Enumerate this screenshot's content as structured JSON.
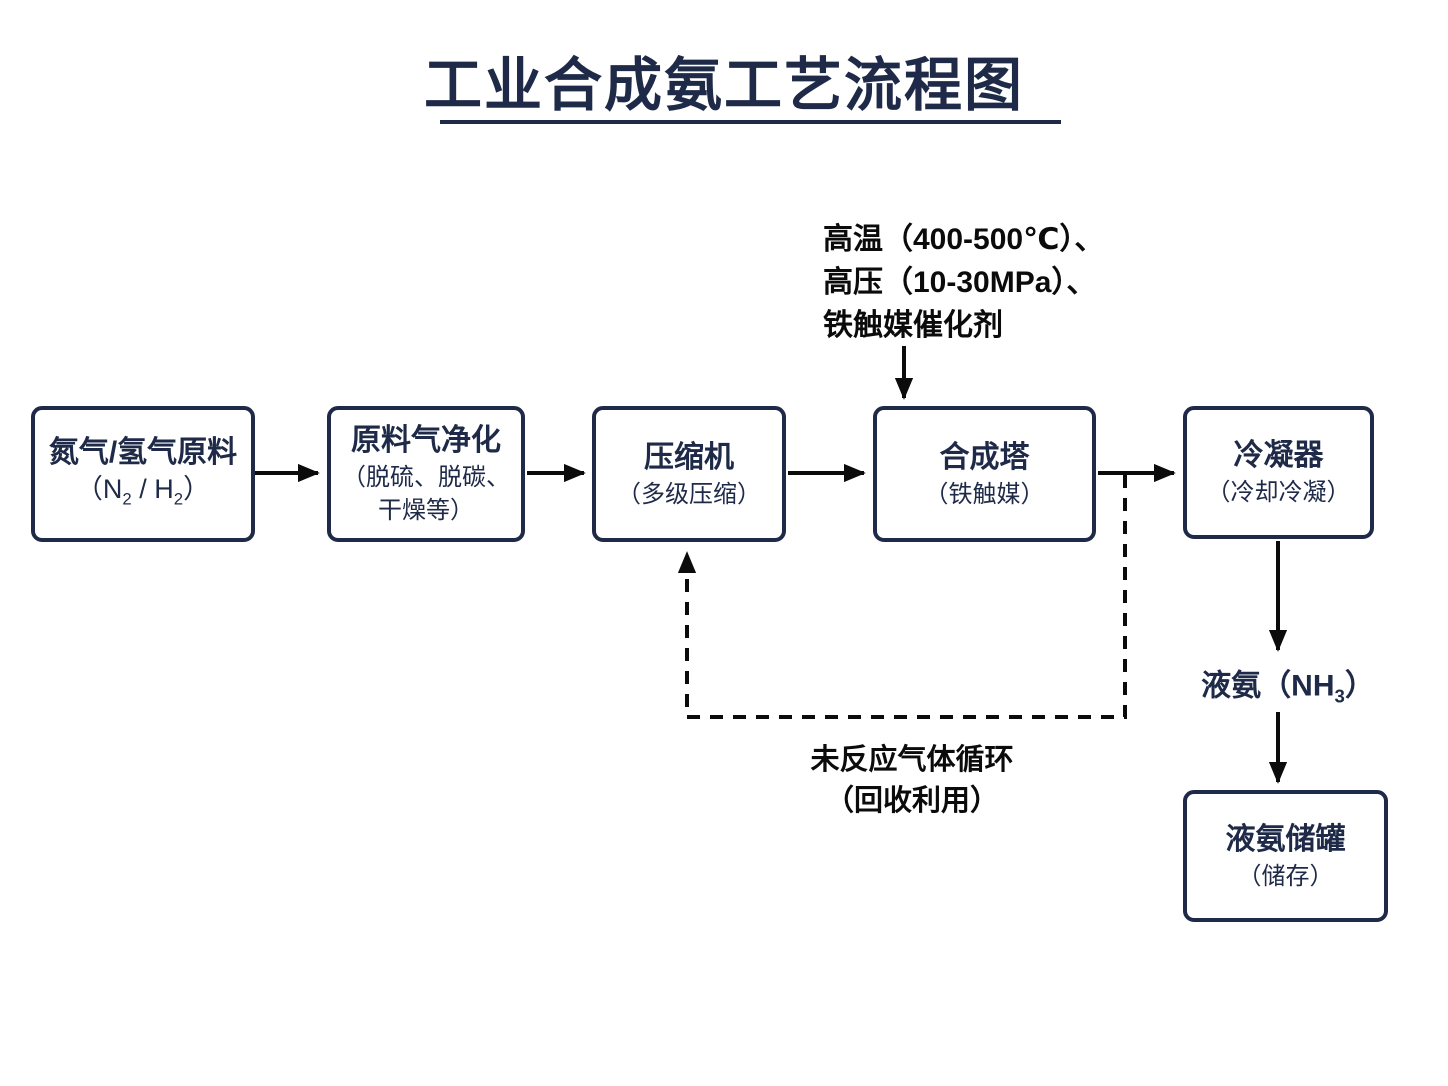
{
  "colors": {
    "navy": "#1e2a47",
    "arrow_black": "#0b0b0b",
    "background": "#ffffff"
  },
  "title": {
    "text": "工业合成氨工艺流程图"
  },
  "annotation": {
    "lines": [
      "高温（400-500℃）、",
      "高压（10-30MPa）、",
      "铁触媒催化剂"
    ]
  },
  "boxes": {
    "feed": {
      "title": "氮气/氢气原料",
      "sub_pre": "（N",
      "sub_1": "2",
      "sub_mid": " / H",
      "sub_2": "2",
      "sub_post": "）"
    },
    "purify": {
      "title": "原料气净化",
      "sub_line1": "（脱硫、脱碳、",
      "sub_line2": "干燥等）"
    },
    "compressor": {
      "title": "压缩机",
      "sub": "（多级压缩）"
    },
    "synthesis": {
      "title": "合成塔",
      "sub": "（铁触媒）"
    },
    "condenser": {
      "title": "冷凝器",
      "sub": "（冷却冷凝）"
    },
    "storage": {
      "title": "液氨储罐",
      "sub": "（储存）"
    }
  },
  "labels": {
    "liquid_ammonia_pre": "液氨（NH",
    "liquid_ammonia_sub": "3",
    "liquid_ammonia_post": "）",
    "recycle_line1": "未反应气体循环",
    "recycle_line2": "（回收利用）"
  },
  "flow": {
    "sequence": [
      "氮气/氢气原料",
      "原料气净化",
      "压缩机",
      "合成塔",
      "冷凝器",
      "液氨",
      "液氨储罐"
    ],
    "recycle": "合成塔出口未反应气体经虚线循环回压缩机"
  }
}
